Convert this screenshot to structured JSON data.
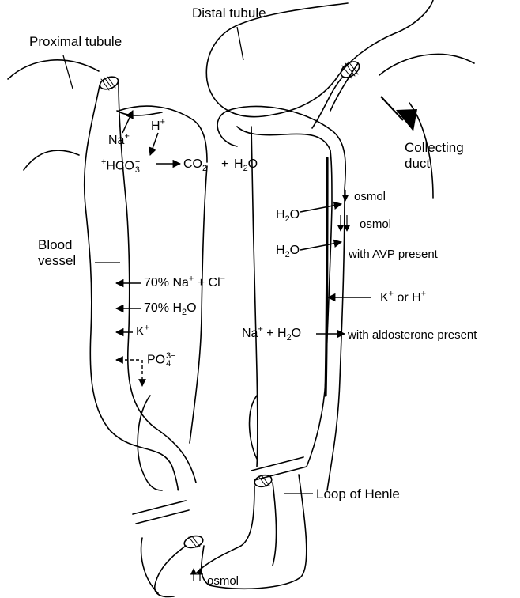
{
  "structures": {
    "proximal_tubule": "Proximal tubule",
    "distal_tubule": "Distal tubule",
    "collecting_duct": {
      "line1": "Collecting",
      "line2": "duct"
    },
    "blood_vessel": {
      "line1": "Blood",
      "line2": "vessel"
    },
    "loop_of_henle": "Loop of Henle"
  },
  "proximal": {
    "na": {
      "base": "Na",
      "sup": "+"
    },
    "h": {
      "base": "H",
      "sup": "+"
    },
    "bicarb": {
      "lead_sup": "+",
      "base": "HCO",
      "sub": "3",
      "sup": "−"
    },
    "co2": {
      "base": "CO",
      "sub": "2"
    },
    "plus": "+",
    "h2o": {
      "pre": "H",
      "sub": "2",
      "post": "O"
    },
    "reabs_na_cl": {
      "pre": "70% Na",
      "sup1": "+",
      "mid": " + Cl",
      "sup2": "−"
    },
    "reabs_h2o": {
      "pre": "70% H",
      "sub": "2",
      "post": "O"
    },
    "k": {
      "base": "K",
      "sup": "+"
    },
    "po4": {
      "base": "PO",
      "sup": "3−",
      "sub": "4"
    }
  },
  "collecting": {
    "osmol_1": "osmol",
    "h2o_1": {
      "pre": "H",
      "sub": "2",
      "post": "O"
    },
    "osmol_2": "osmol",
    "h2o_2": {
      "pre": "H",
      "sub": "2",
      "post": "O"
    },
    "avp_note": "with AVP present",
    "k_or_h": {
      "k": "K",
      "sup1": "+",
      "mid": " or H",
      "sup2": "+"
    },
    "na_h2o": {
      "na": "Na",
      "sup": "+",
      "mid": " + H",
      "sub": "2",
      "post": "O"
    },
    "aldo_note": "with aldosterone present"
  },
  "loop": {
    "osmol": "osmol"
  },
  "colors": {
    "ink": "#000000",
    "paper": "#ffffff"
  }
}
